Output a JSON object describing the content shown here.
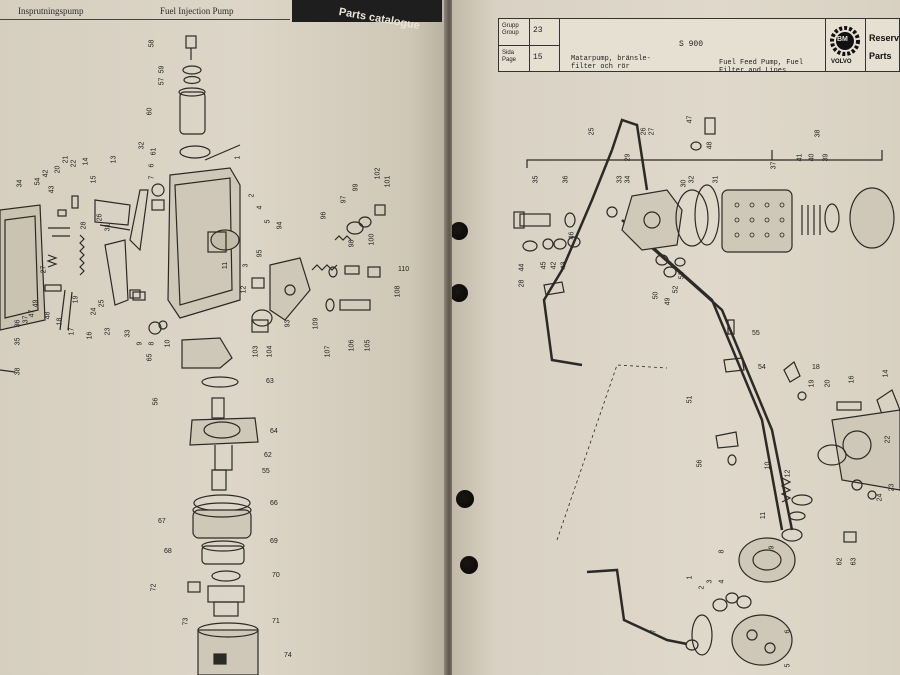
{
  "left_page": {
    "header_left": "Insprutningspump",
    "header_center": "Fuel Injection Pump",
    "header_tab": "Parts catalogue",
    "part_numbers": [
      {
        "n": "58"
      },
      {
        "n": "59"
      },
      {
        "n": "57"
      },
      {
        "n": "60"
      },
      {
        "n": "61"
      },
      {
        "n": "6"
      },
      {
        "n": "7"
      },
      {
        "n": "1"
      },
      {
        "n": "13"
      },
      {
        "n": "14"
      },
      {
        "n": "15"
      },
      {
        "n": "22"
      },
      {
        "n": "21"
      },
      {
        "n": "20"
      },
      {
        "n": "42"
      },
      {
        "n": "54"
      },
      {
        "n": "34"
      },
      {
        "n": "43"
      },
      {
        "n": "32"
      },
      {
        "n": "2"
      },
      {
        "n": "4"
      },
      {
        "n": "5"
      },
      {
        "n": "11"
      },
      {
        "n": "12"
      },
      {
        "n": "94"
      },
      {
        "n": "95"
      },
      {
        "n": "3"
      },
      {
        "n": "96"
      },
      {
        "n": "97"
      },
      {
        "n": "99"
      },
      {
        "n": "102"
      },
      {
        "n": "101"
      },
      {
        "n": "98"
      },
      {
        "n": "100"
      },
      {
        "n": "110"
      },
      {
        "n": "108"
      },
      {
        "n": "109"
      },
      {
        "n": "107"
      },
      {
        "n": "106"
      },
      {
        "n": "105"
      },
      {
        "n": "93"
      },
      {
        "n": "104"
      },
      {
        "n": "103"
      },
      {
        "n": "65"
      },
      {
        "n": "63"
      },
      {
        "n": "64"
      },
      {
        "n": "56"
      },
      {
        "n": "62"
      },
      {
        "n": "55"
      },
      {
        "n": "66"
      },
      {
        "n": "67"
      },
      {
        "n": "69"
      },
      {
        "n": "68"
      },
      {
        "n": "70"
      },
      {
        "n": "72"
      },
      {
        "n": "73"
      },
      {
        "n": "71"
      },
      {
        "n": "74"
      },
      {
        "n": "33"
      },
      {
        "n": "9"
      },
      {
        "n": "8"
      },
      {
        "n": "10"
      },
      {
        "n": "23"
      },
      {
        "n": "25"
      },
      {
        "n": "24"
      },
      {
        "n": "16"
      },
      {
        "n": "17"
      },
      {
        "n": "18"
      },
      {
        "n": "19"
      },
      {
        "n": "26"
      },
      {
        "n": "28"
      },
      {
        "n": "31"
      },
      {
        "n": "27"
      },
      {
        "n": "49"
      },
      {
        "n": "48"
      },
      {
        "n": "47"
      },
      {
        "n": "37"
      },
      {
        "n": "36"
      },
      {
        "n": "35"
      },
      {
        "n": "38"
      }
    ]
  },
  "right_page": {
    "group_label": "Grupp\nGroup",
    "group_value": "23",
    "page_label": "Sida\nPage",
    "page_value": "15",
    "model": "S 900",
    "desc_sv": "Matarpump, bränsle-\nfilter och rör",
    "desc_en": "Fuel Feed Pump, Fuel\nFilter and Lines",
    "brand": "VOLVO",
    "brand_mark": "BM",
    "catalog_text_1": "Reserv",
    "catalog_text_2": "Parts",
    "part_numbers": [
      {
        "n": "25"
      },
      {
        "n": "26"
      },
      {
        "n": "27"
      },
      {
        "n": "29"
      },
      {
        "n": "30"
      },
      {
        "n": "47"
      },
      {
        "n": "48"
      },
      {
        "n": "38"
      },
      {
        "n": "35"
      },
      {
        "n": "36"
      },
      {
        "n": "33"
      },
      {
        "n": "34"
      },
      {
        "n": "32"
      },
      {
        "n": "31"
      },
      {
        "n": "37"
      },
      {
        "n": "41"
      },
      {
        "n": "40"
      },
      {
        "n": "39"
      },
      {
        "n": "28"
      },
      {
        "n": "44"
      },
      {
        "n": "45"
      },
      {
        "n": "42"
      },
      {
        "n": "43"
      },
      {
        "n": "46"
      },
      {
        "n": "50"
      },
      {
        "n": "49"
      },
      {
        "n": "52"
      },
      {
        "n": "53"
      },
      {
        "n": "55"
      },
      {
        "n": "54"
      },
      {
        "n": "51"
      },
      {
        "n": "18"
      },
      {
        "n": "19"
      },
      {
        "n": "20"
      },
      {
        "n": "16"
      },
      {
        "n": "14"
      },
      {
        "n": "22"
      },
      {
        "n": "56"
      },
      {
        "n": "10"
      },
      {
        "n": "12"
      },
      {
        "n": "11"
      },
      {
        "n": "9"
      },
      {
        "n": "8"
      },
      {
        "n": "24"
      },
      {
        "n": "23"
      },
      {
        "n": "62"
      },
      {
        "n": "63"
      },
      {
        "n": "5"
      },
      {
        "n": "1"
      },
      {
        "n": "2"
      },
      {
        "n": "3"
      },
      {
        "n": "4"
      },
      {
        "n": "6"
      },
      {
        "n": "7"
      }
    ]
  }
}
